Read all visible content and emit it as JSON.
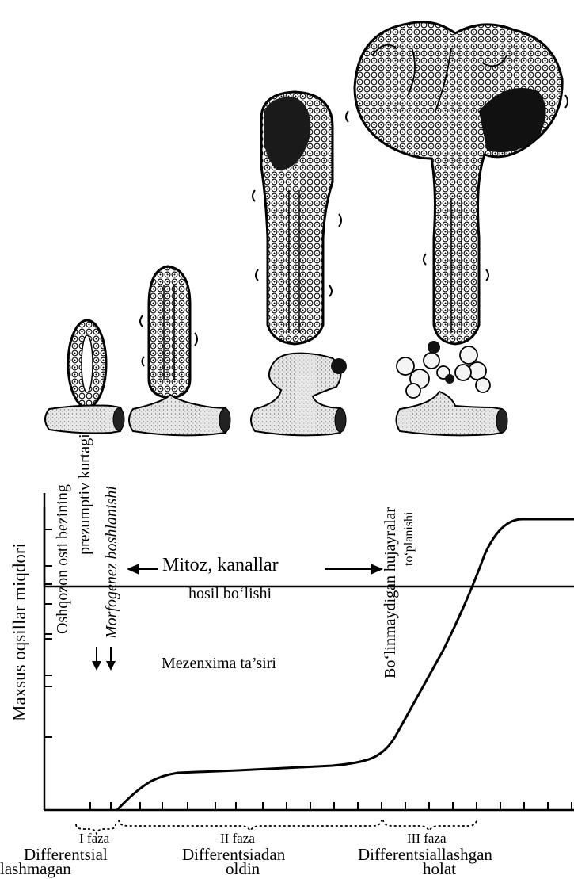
{
  "y_axis_label": "Maxsus oqsillar miqdori",
  "vertical_notes": {
    "presumptive_line1": "Oshqozon osti bezining",
    "presumptive_line2": "prezumptiv kurtagi",
    "morphogenesis": "Morfogenez boshlanishi",
    "nondividing_line1": "Bo‘linmaydigan hujayralar",
    "nondividing_line2": "to‘planishi"
  },
  "annotations": {
    "mitosis_line1": "Mitoz, kanallar",
    "mitosis_line2": "hosil bo‘lishi",
    "mesenchyme": "Mezenxima ta’siri"
  },
  "phases": [
    {
      "title": "I faza",
      "desc_line1": "Differentsial",
      "desc_line2": "lashmagan"
    },
    {
      "title": "II faza",
      "desc_line1": "Differentsiadan",
      "desc_line2": "oldin"
    },
    {
      "title": "III faza",
      "desc_line1": "Differentsiallashgan",
      "desc_line2": "holat"
    }
  ],
  "colors": {
    "ink": "#000000",
    "paper": "#ffffff",
    "tissue_shade": "#444444"
  }
}
